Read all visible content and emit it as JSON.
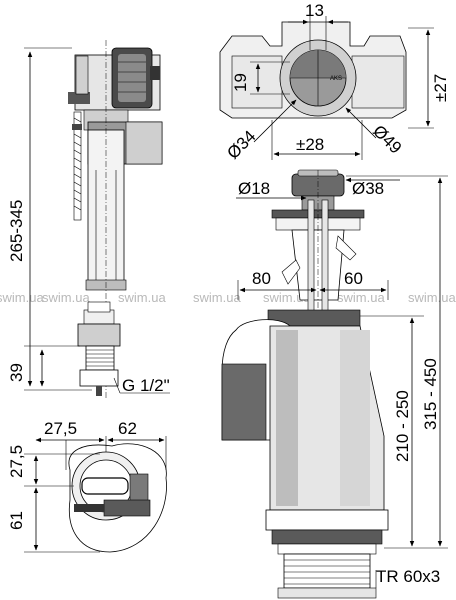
{
  "dimensions": {
    "height_range": "265-345",
    "fill_valve_thread_length": "39",
    "thread_size": "G 1/2\"",
    "offset_27_5_horizontal": "27,5",
    "offset_62": "62",
    "offset_27_5_vertical": "27,5",
    "offset_61": "61",
    "top_13": "13",
    "top_19": "19",
    "top_pm27": "±27",
    "top_d34": "Ø34",
    "top_d49": "Ø49",
    "top_pm28": "±28",
    "button_d18": "Ø18",
    "button_d38": "Ø38",
    "offset_80": "80",
    "offset_60": "60",
    "range_210_250": "210 - 250",
    "range_315_450": "315 - 450",
    "bottom_thread": "TR 60x3"
  },
  "watermark": "swim.ua",
  "button_marking": "AKS"
}
